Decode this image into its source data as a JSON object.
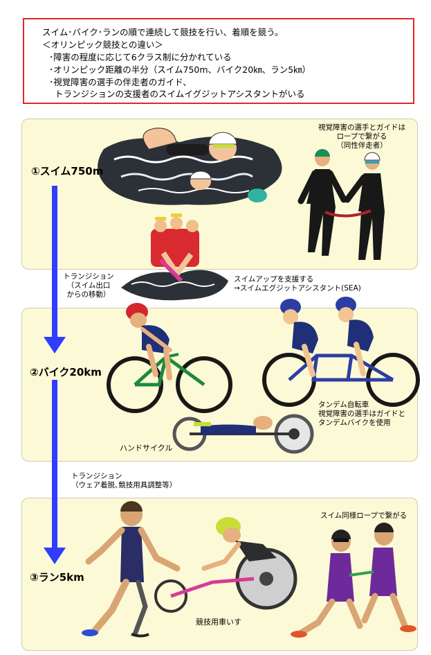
{
  "summary": {
    "lines": [
      "スイム･バイク･ランの順で連続して競技を行い、着順を競う。",
      "＜オリンピック競技との違い＞",
      "･障害の程度に応じて6クラス制に分かれている",
      "･オリンピック距離の半分（スイム750m、バイク20㎞、ラン5㎞）",
      "･視覚障害の選手の伴走者のガイド、",
      "トランジションの支援者のスイムイグジットアシスタントがいる"
    ]
  },
  "stages": {
    "swim": "①スイム750m",
    "bike": "②バイク20km",
    "run": "③ラン5km"
  },
  "notes": {
    "swim_guide": [
      "視覚障害の選手とガイドは",
      "ロープで繋がる",
      "（同性伴走者）"
    ],
    "transition1": [
      "トランジション",
      "（スイム出口",
      "からの移動）"
    ],
    "sea": [
      "スイムアップを支援する",
      "→スイムエグジットアシスタント(SEA)"
    ],
    "tandem": [
      "タンデム自転車",
      "視覚障害の選手はガイドと",
      "タンデムバイクを使用"
    ],
    "handcycle": "ハンドサイクル",
    "transition2": [
      "トランジション",
      "（ウェア着脱､競技用具調整等）"
    ],
    "run_rope": "スイム同様ロープで繋がる",
    "wheelchair": "競技用車いす"
  },
  "colors": {
    "box_border": "#e0262a",
    "panel_bg": "#fcf9d6",
    "arrow": "#2f3dff"
  }
}
